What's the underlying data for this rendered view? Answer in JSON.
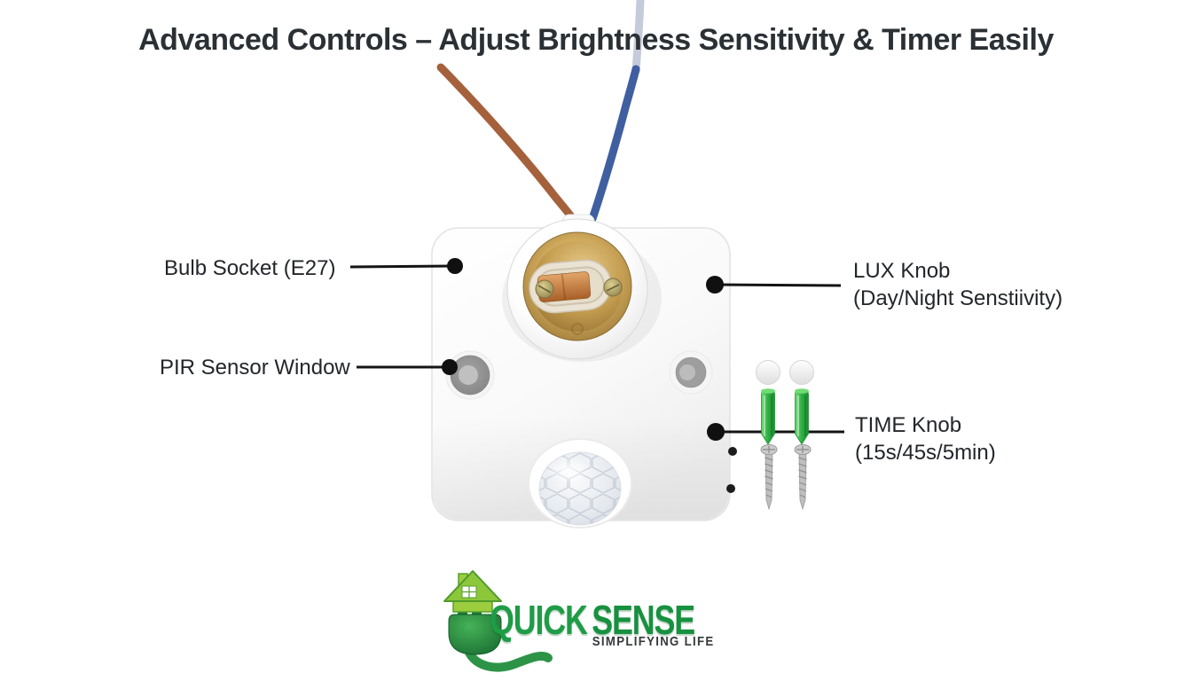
{
  "title": "Advanced Controls – Adjust Brightness Sensitivity & Timer Easily",
  "labels": {
    "bulb_socket": "Bulb Socket (E27)",
    "pir_sensor": "PIR Sensor Window",
    "lux_knob_line1": "LUX Knob",
    "lux_knob_line2": "(Day/Night Senstiivity)",
    "time_knob_line1": "TIME Knob",
    "time_knob_line2": "(15s/45s/5min)"
  },
  "logo": {
    "brand_first": "QUICK",
    "brand_second": "SENSE",
    "tagline": "SIMPLIFYING LIFE"
  },
  "parts_visible": [
    "brown-wire",
    "blue-wire",
    "white-wire",
    "device-body",
    "bulb-socket-e27",
    "lux-knob",
    "time-knob",
    "pir-dome",
    "screw-cap",
    "screw-cap",
    "wall-plug",
    "wall-plug",
    "mounting-screw",
    "mounting-screw",
    "house-plug-logo-icon"
  ],
  "colors": {
    "title_text": "#2b3035",
    "label_text": "#22262a",
    "callout_line": "#141414",
    "brass": "#c49c4f",
    "wire_brown": "#a5613c",
    "wire_blue": "#3f5fa0",
    "wire_white": "#c5cbdb",
    "wall_plug_green": "#2fae43",
    "logo_green": "#1e9c46",
    "logo_house_green": "#9ccd3f",
    "tagline_text": "#35393c"
  }
}
